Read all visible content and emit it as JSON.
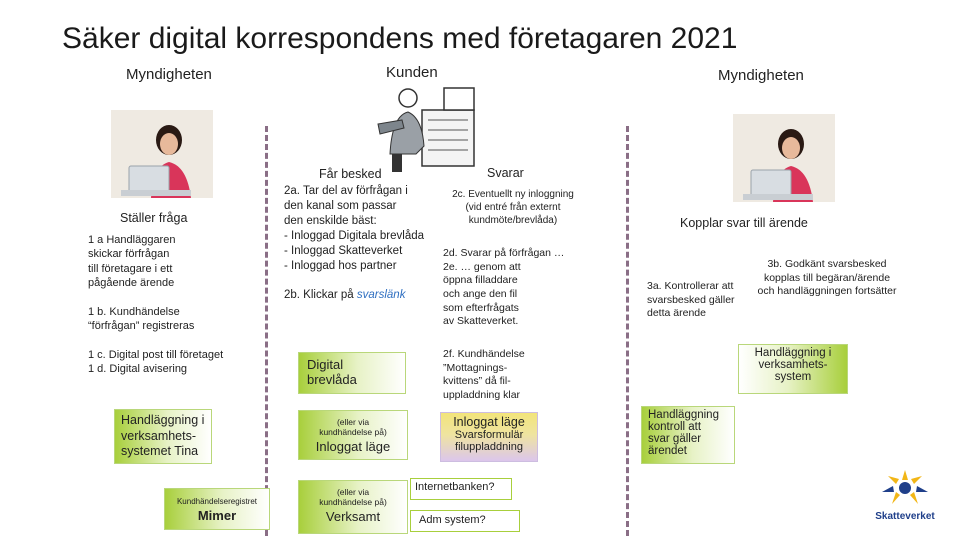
{
  "title": "Säker digital korrespondens med företagaren 2021",
  "headers": {
    "left": "Myndigheten",
    "center": "Kunden",
    "right": "Myndigheten"
  },
  "left": {
    "steller_fraga": "Ställer fråga",
    "step_1a": [
      "1 a Handläggaren",
      "skickar förfrågan",
      "till företagare i ett",
      "pågående ärende"
    ],
    "step_1b": [
      "1 b. Kundhändelse",
      "“förfrågan” registreras"
    ],
    "step_1cd": [
      "1 c. Digital post till företaget",
      "1 d. Digital avisering"
    ],
    "handlaggning": [
      "Handläggning i",
      "verksamhets-",
      "systemet Tina"
    ],
    "register_label": "Kundhändelseregistret",
    "register_name": "Mimer"
  },
  "center": {
    "far_besked": "Får besked",
    "svarar": "Svarar",
    "step_2a": [
      "2a. Tar del av förfrågan i",
      "den kanal som passar",
      "den enskilde bäst:",
      "- Inloggad Digitala brevlåda",
      "- Inloggad Skatteverket",
      "- Inloggad hos partner"
    ],
    "step_2b_prefix": "2b. Klickar på ",
    "step_2b_link": "svarslänk",
    "step_2c": [
      "2c. Eventuellt ny inloggning",
      "(vid entré från externt",
      "kundmöte/brevlåda)"
    ],
    "step_2d": [
      "2d. Svarar på förfrågan …",
      "2e. … genom att",
      "öppna filladdare",
      "och ange den fil",
      "som efterfrågats",
      "av Skatteverket."
    ],
    "step_2f": [
      "2f. Kundhändelse",
      "”Mottagnings-",
      "kvittens” då fil-",
      "uppladdning klar"
    ],
    "digital_brevlada": [
      "Digital",
      "brevlåda"
    ],
    "via_label": [
      "(eller via",
      "kundhändelse på)"
    ],
    "inloggat_lage": "Inloggat läge",
    "via_label2": [
      "(eller via",
      "kundhändelse på)"
    ],
    "verksamt": "Verksamt",
    "inloggat_box_title": "Inloggat läge",
    "inloggat_box_sub": [
      "Svarsformulär",
      "filuppladdning"
    ],
    "internetbanken": "Internetbanken?",
    "adm_system": "Adm system?"
  },
  "right": {
    "kopplar": "Kopplar svar till ärende",
    "step_3a": [
      "3a. Kontrollerar att",
      "svarsbesked gäller",
      "detta ärende"
    ],
    "step_3b": [
      "3b. Godkänt svarsbesked",
      "kopplas till begäran/ärende",
      "och handläggningen fortsätter"
    ],
    "handlaggning_verks": [
      "Handläggning i",
      "verksamhets-",
      "system"
    ],
    "handlaggning_kontroll": [
      "Handläggning",
      "kontroll att",
      "svar gäller",
      "ärendet"
    ],
    "logo_text": "Skatteverket"
  },
  "colors": {
    "green": "#a8cf3c",
    "logo_blue": "#1f3f8a",
    "logo_yellow": "#f2b617",
    "link": "#2e6ec0"
  },
  "icons": [
    "woman-at-laptop-icon",
    "man-at-computer-icon",
    "skatteverket-logo"
  ]
}
